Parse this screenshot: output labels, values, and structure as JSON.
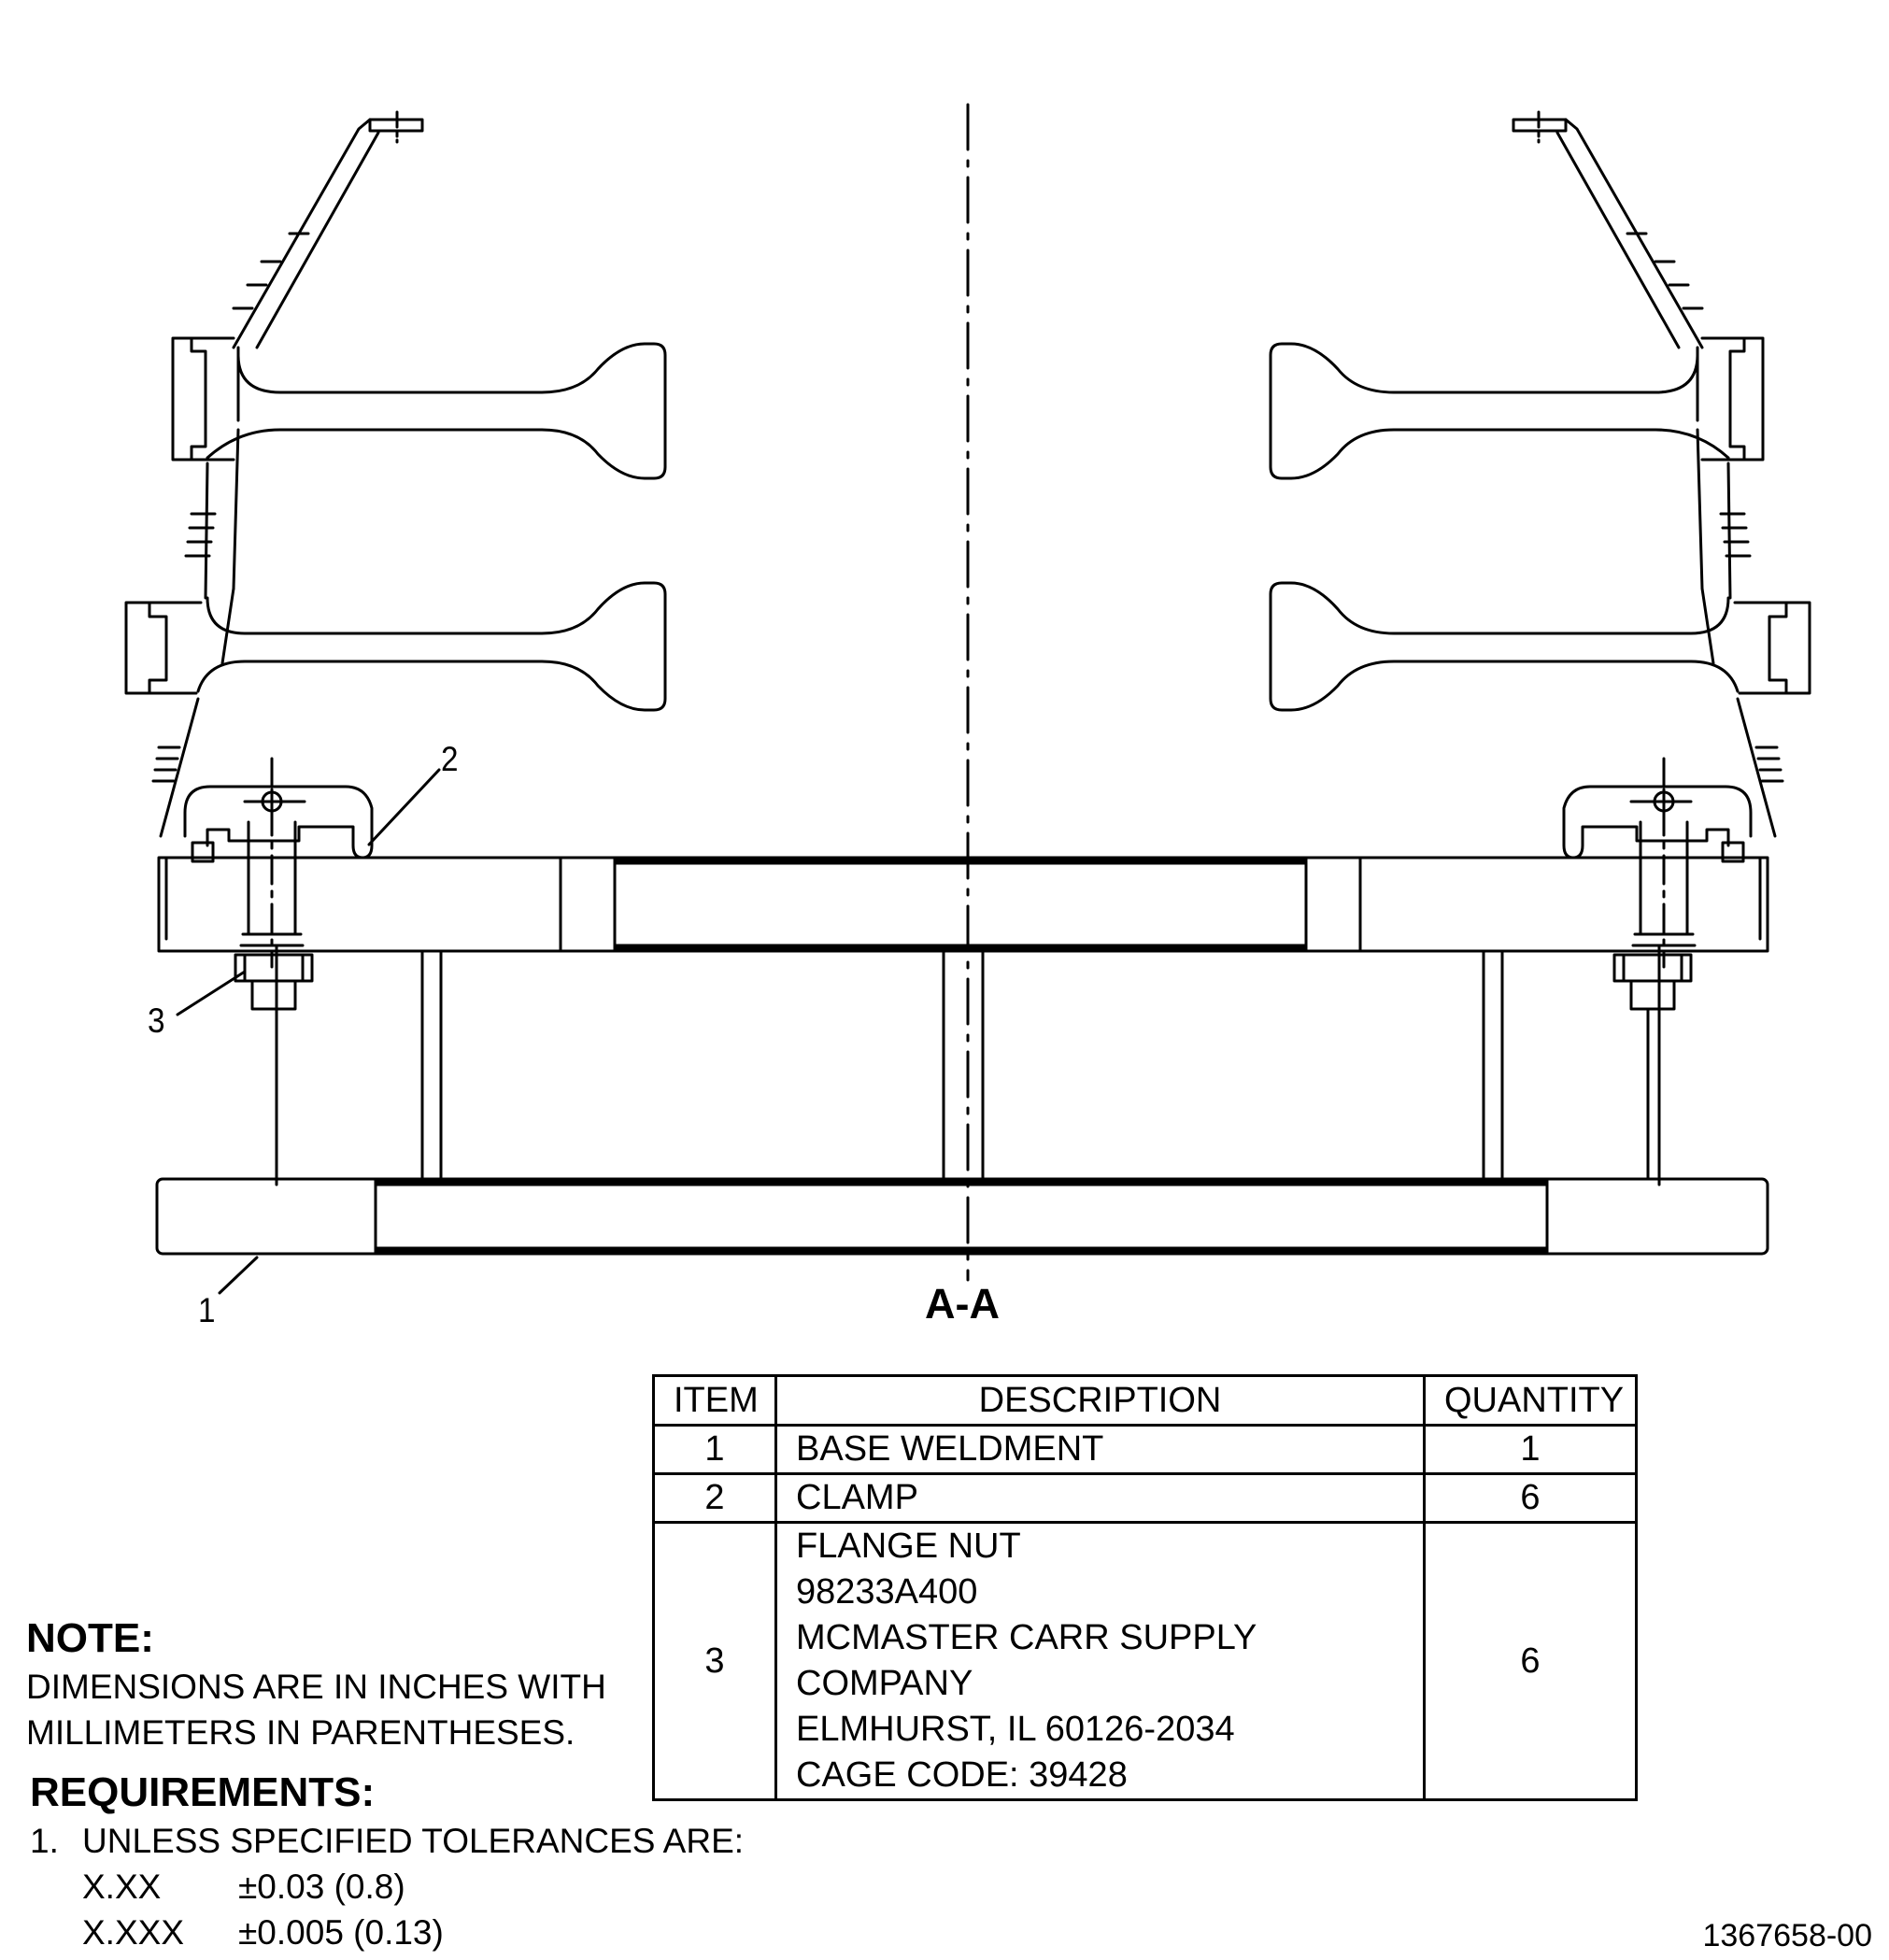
{
  "section_label": "A-A",
  "callouts": [
    "1",
    "2",
    "3"
  ],
  "bom": {
    "headers": [
      "ITEM",
      "DESCRIPTION",
      "QUANTITY"
    ],
    "rows": [
      {
        "item": "1",
        "description": "BASE WELDMENT",
        "quantity": "1"
      },
      {
        "item": "2",
        "description": "CLAMP",
        "quantity": "6"
      },
      {
        "item": "3",
        "description": "FLANGE NUT\n98233A400\nMCMASTER CARR SUPPLY COMPANY\nELMHURST, IL 60126-2034\nCAGE CODE: 39428",
        "quantity": "6"
      }
    ]
  },
  "note": {
    "heading": "NOTE:",
    "lines": [
      "DIMENSIONS ARE IN INCHES WITH",
      "MILLIMETERS IN PARENTHESES."
    ]
  },
  "requirements": {
    "heading": "REQUIREMENTS:",
    "item1_number": "1.",
    "item1_text": "UNLESS SPECIFIED TOLERANCES ARE:",
    "tolerances": [
      {
        "format": "X.XX",
        "value": "±0.03 (0.8)"
      },
      {
        "format": "X.XXX",
        "value": "±0.005 (0.13)"
      }
    ]
  },
  "drawing_number": "1367658-00"
}
